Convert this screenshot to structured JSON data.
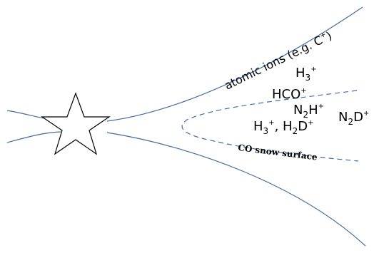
{
  "labels": {
    "atomic_ions_text": "atomic ions (e.g. C",
    "atomic_ions_sup": "+",
    "atomic_ions_close": ")",
    "h3_main": "H",
    "h3_sub": "3",
    "h3_sup": "+",
    "hco": "HCO",
    "hco_sup": "+",
    "n2h_n": "N",
    "n2h_sub": "2",
    "n2h_h": "H",
    "n2h_sup": "+",
    "n2d_n": "N",
    "n2d_sub": "2",
    "n2d_d": "D",
    "n2d_sup": "+",
    "h3h2d_h": "H",
    "h3h2d_sub1": "3",
    "h3h2d_sup1": "+",
    "h3h2d_comma": ", H",
    "h3h2d_sub2": "2",
    "h3h2d_d": "D",
    "h3h2d_sup2": "+",
    "co_snow_surface": "CO snow surface"
  },
  "colors": {
    "disk_line": "#4a6aa0",
    "star_stroke": "#000000",
    "text": "#000000"
  },
  "icons": {
    "star": "star-icon"
  }
}
